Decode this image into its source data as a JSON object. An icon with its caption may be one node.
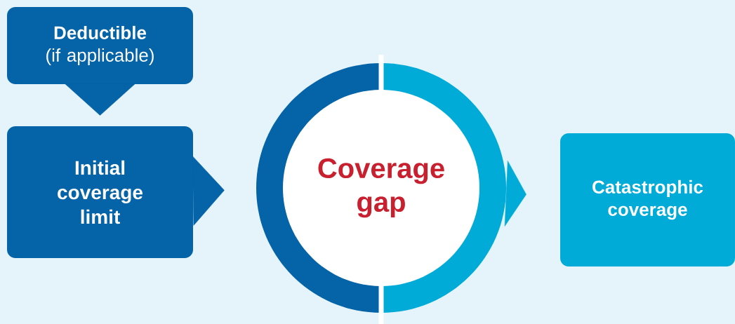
{
  "diagram": {
    "nodes": [
      {
        "text": [
          "Deductible",
          "(if applicable)"
        ]
      },
      {
        "text": [
          "Initial coverage limit"
        ]
      },
      {
        "text": [
          "Coverage gap"
        ]
      },
      {
        "text": [
          "Catastrophic coverage"
        ]
      }
    ],
    "edges": [
      {
        "from": 0,
        "to": 1,
        "arrow": "to"
      },
      {
        "from": 1,
        "to": 2,
        "arrow": "to"
      },
      {
        "from": 2,
        "to": 3,
        "arrow": "to",
        "color": "#00acd7"
      }
    ]
  }
}
